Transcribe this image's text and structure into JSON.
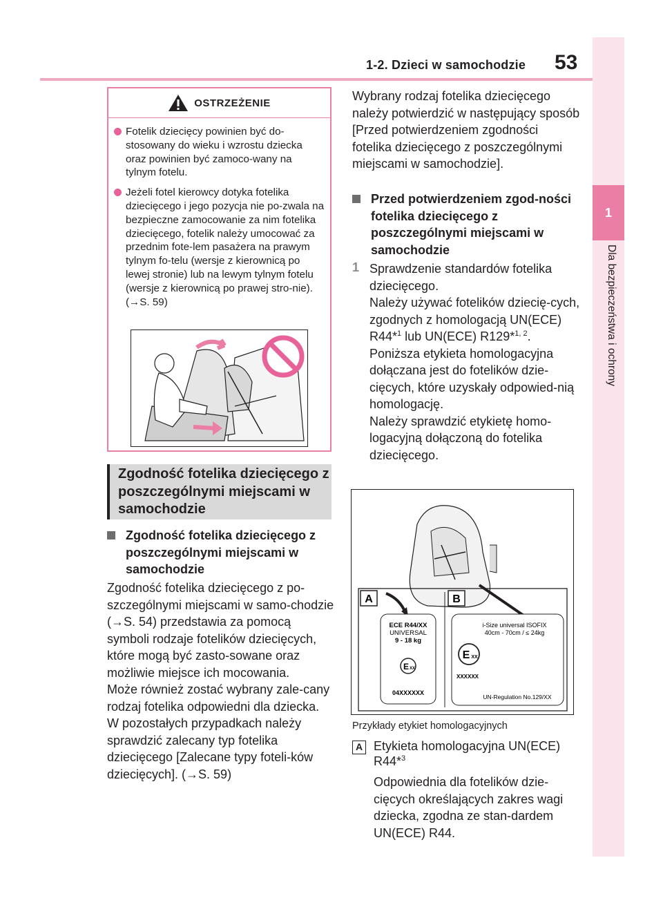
{
  "header": {
    "title": "1-2. Dzieci w samochodzie",
    "page_number": "53"
  },
  "side_tab": {
    "chapter": "1",
    "label": "Dla bezpieczeństwa i ochrony"
  },
  "warning": {
    "title": "OSTRZEŻENIE",
    "items": [
      "Fotelik dziecięcy powinien być do-stosowany do wieku i wzrostu dziecka oraz powinien być zamoco-wany na tylnym fotelu.",
      "Jeżeli fotel kierowcy dotyka fotelika dziecięcego i jego pozycja nie po-zwala na bezpieczne zamocowanie za nim fotelika dziecięcego, fotelik należy umocować za przednim fote-lem pasażera na prawym tylnym fo-telu (wersje z kierownicą po lewej stronie) lub na lewym tylnym fotelu (wersje z kierownicą po prawej stro-nie). (→S. 59)"
    ]
  },
  "section_heading": "Zgodność fotelika dziecięcego z poszczególnymi miejscami w samochodzie",
  "left_subheading": "Zgodność fotelika dziecięcego z poszczególnymi miejscami w samochodzie",
  "left_body": [
    "Zgodność fotelika dziecięcego z po-szczególnymi miejscami w samo-chodzie (→S. 54) przedstawia za pomocą symboli rodzaje fotelików dziecięcych, które mogą być zasto-sowane oraz możliwie miejsce ich mocowania.",
    "Może również zostać wybrany zale-cany rodzaj fotelika odpowiedni dla dziecka.",
    "W pozostałych przypadkach należy sprawdzić zalecany typ fotelika dziecięcego [Zalecane typy foteli-ków dziecięcych]. (→S. 59)"
  ],
  "right_intro": "Wybrany rodzaj fotelika dziecięcego należy potwierdzić w następujący sposób [Przed potwierdzeniem zgodności fotelika dziecięcego z poszczególnymi miejscami w samochodzie].",
  "right_subheading": "Przed potwierdzeniem zgod-ności fotelika dziecięcego z poszczególnymi miejscami w samochodzie",
  "step": {
    "number": "1",
    "line1": "Sprawdzenie standardów fotelika dziecięcego.",
    "line2_pre": "Należy używać fotelików dziecię-cych, zgodnych z homologacją UN(ECE) R44*",
    "line2_sup1": "1",
    "line2_mid": " lub UN(ECE) R129*",
    "line2_sup2": "1, 2",
    "line2_post": ".",
    "line3": "Poniższa etykieta homologacyjna dołączana jest do fotelików dzie-cięcych, które uzyskały odpowied-nią homologację.",
    "line4": "Należy sprawdzić etykietę homo-logacyjną dołączoną do fotelika dziecięcego."
  },
  "figure": {
    "label_a": "A",
    "label_b": "B",
    "a_line1": "ECE  R44/XX",
    "a_line2": "UNIVERSAL",
    "a_line3": "9 - 18 kg",
    "a_mark": "E",
    "a_mark_sub": "XX",
    "a_code": "04XXXXXX",
    "b_line1": "i-Size universal ISOFIX",
    "b_line2": "40cm - 70cm / ≤ 24kg",
    "b_mark": "E",
    "b_mark_sub": "XX",
    "b_code": "XXXXXX",
    "b_reg": "UN-Regulation No.129/XX",
    "caption": "Przykłady etykiet homologacyjnych"
  },
  "label_a_section": {
    "badge": "A",
    "title_pre": "Etykieta homologacyjna UN(ECE) R44*",
    "title_sup": "3",
    "desc": "Odpowiednia dla fotelików dzie-cięcych określających zakres wagi dziecka, zgodna ze stan-dardem UN(ECE) R44."
  },
  "colors": {
    "accent_pink": "#ea7ea4",
    "light_pink": "#fbe3ec",
    "heading_grey": "#d9d9d9"
  }
}
